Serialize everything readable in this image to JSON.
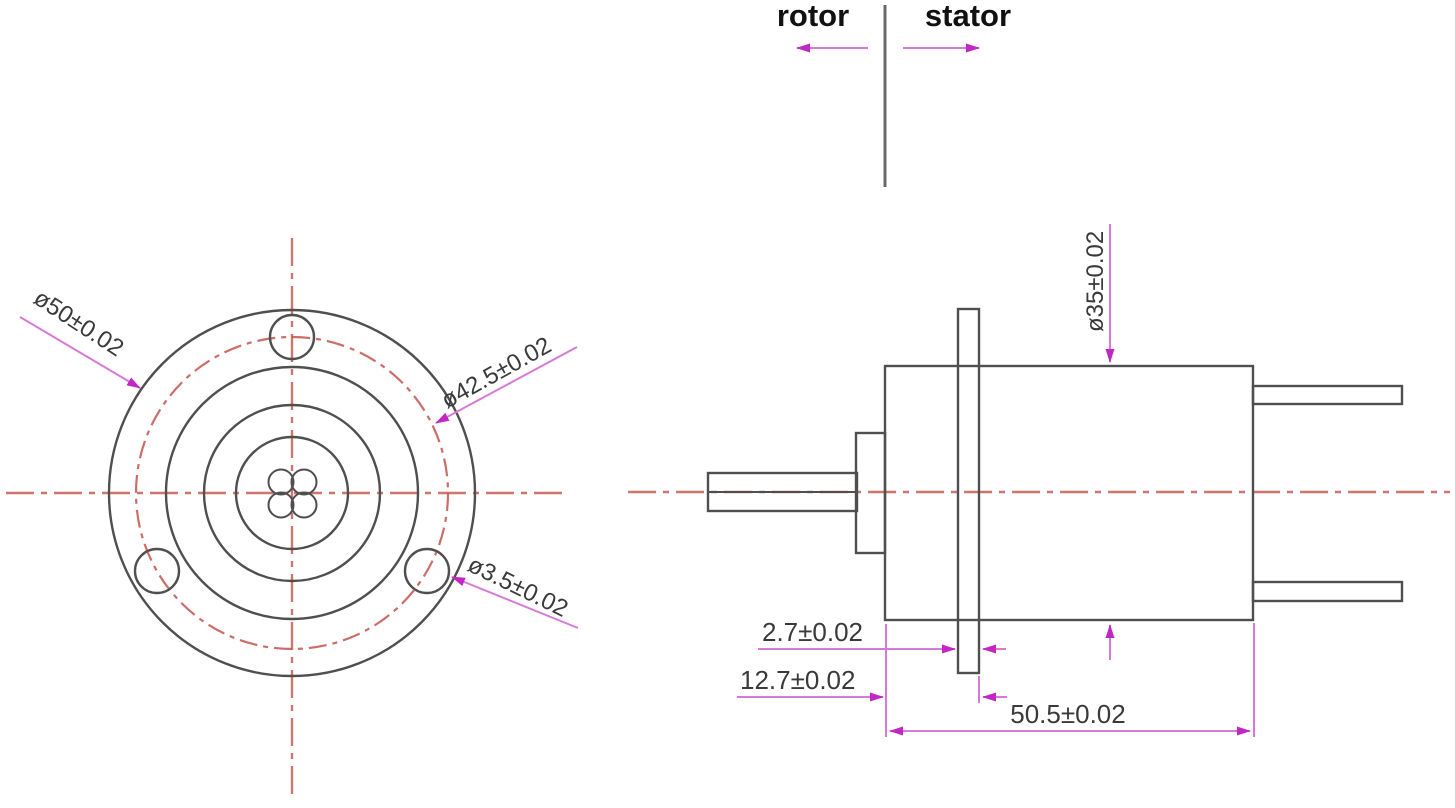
{
  "header": {
    "rotor_label": "rotor",
    "stator_label": "stator"
  },
  "front_view": {
    "dimensions": {
      "outer_diameter": "ø50±0.02",
      "bolt_circle_diameter": "ø42.5±0.02",
      "mounting_hole_diameter": "ø3.5±0.02"
    }
  },
  "side_view": {
    "dimensions": {
      "body_diameter": "ø35±0.02",
      "flange_thickness": "2.7±0.02",
      "flange_to_front": "12.7±0.02",
      "body_length": "50.5±0.02"
    }
  },
  "colors": {
    "line": "#4f4f4f",
    "centerline_red": "#c65e54",
    "dimension_magenta": "#c93ec9",
    "text": "#2f2f2f"
  }
}
